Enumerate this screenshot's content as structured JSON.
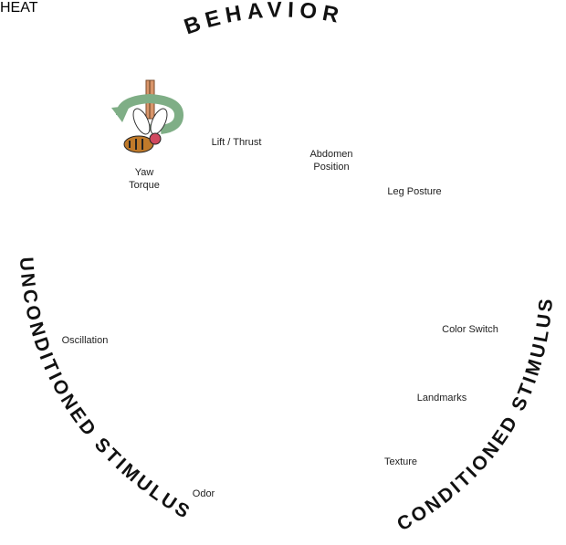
{
  "titles": {
    "top": "BEHAVIOR",
    "left": "UNCONDITIONED STIMULUS",
    "right": "CONDITIONED STIMULUS"
  },
  "behavior": [
    {
      "id": "yaw",
      "line1": "Yaw",
      "line2": "Torque"
    },
    {
      "id": "lift",
      "line1": "Lift / Thrust",
      "line2": ""
    },
    {
      "id": "abdomen",
      "line1": "Abdomen",
      "line2": "Position"
    },
    {
      "id": "leg",
      "line1": "Leg Posture",
      "line2": ""
    }
  ],
  "unconditioned": [
    {
      "id": "oscillation",
      "label": "Oscillation"
    },
    {
      "id": "heat",
      "label": "HEAT",
      "is_graphic": true
    },
    {
      "id": "odor",
      "label": "Odor"
    }
  ],
  "conditioned": [
    {
      "id": "color",
      "label": "Color Switch"
    },
    {
      "id": "landmarks",
      "label": "Landmarks"
    },
    {
      "id": "texture",
      "label": "Texture"
    }
  ],
  "colors": {
    "arrow_green": "#7fae86",
    "tether": "#d9956a",
    "fly_eye": "#d0485f",
    "fly_body": "#c07a2a",
    "heat_orange": "#e8731d",
    "stripe_blue": "#3a4fd0",
    "stripe_green": "#9bb889"
  }
}
